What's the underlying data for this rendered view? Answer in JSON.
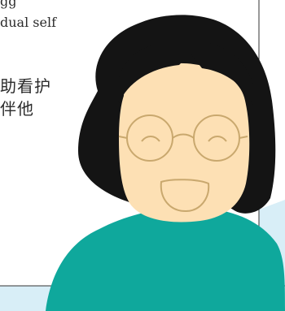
{
  "excerpt": {
    "lines": [
      "gg",
      "dual self",
      "助看护",
      "伴他"
    ]
  },
  "colors": {
    "hair": "#141414",
    "skin": "#fde0b4",
    "shirt": "#0fa89c",
    "background_accent": "#d8eef7",
    "glasses_and_face_lines": "#c9a86e",
    "frame_lines": "#333333",
    "text": "#2b2b2b"
  },
  "icons": {
    "figure": "smiling-woman-with-glasses-illustration"
  }
}
